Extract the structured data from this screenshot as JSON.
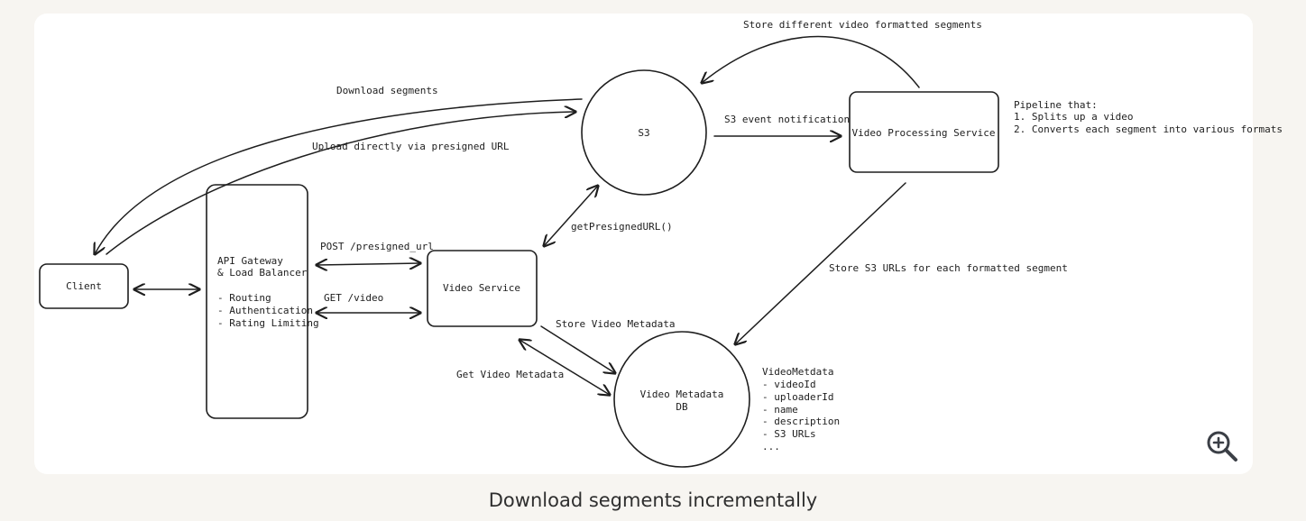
{
  "caption": "Download segments incrementally",
  "zoom": {
    "icon": "zoom-in-icon"
  },
  "nodes": {
    "client": "Client",
    "gateway_title_1": "API Gateway",
    "gateway_title_2": "& Load Balancer",
    "gateway_items": [
      "- Routing",
      "- Authentication",
      "- Rating Limiting"
    ],
    "s3": "S3",
    "video_service": "Video Service",
    "video_processing": "Video Processing Service",
    "metadata_db_1": "Video Metadata",
    "metadata_db_2": "DB"
  },
  "edges": {
    "download_segments": "Download segments",
    "upload_presigned": "Upload directly via presigned URL",
    "s3_event": "S3 event notification",
    "store_formatted": "Store different video formatted segments",
    "post_presigned": "POST /presigned_url",
    "get_video": "GET /video",
    "get_presigned_fn": "getPresignedURL()",
    "store_s3_urls": "Store S3 URLs for each formatted segment",
    "store_metadata": "Store Video Metadata",
    "get_metadata": "Get Video Metadata"
  },
  "notes": {
    "pipeline": [
      "Pipeline that:",
      "1. Splits up a video",
      "2. Converts each segment into various formats"
    ],
    "schema": [
      "VideoMetdata",
      "- videoId",
      "- uploaderId",
      "- name",
      "- description",
      "- S3 URLs",
      "..."
    ]
  }
}
